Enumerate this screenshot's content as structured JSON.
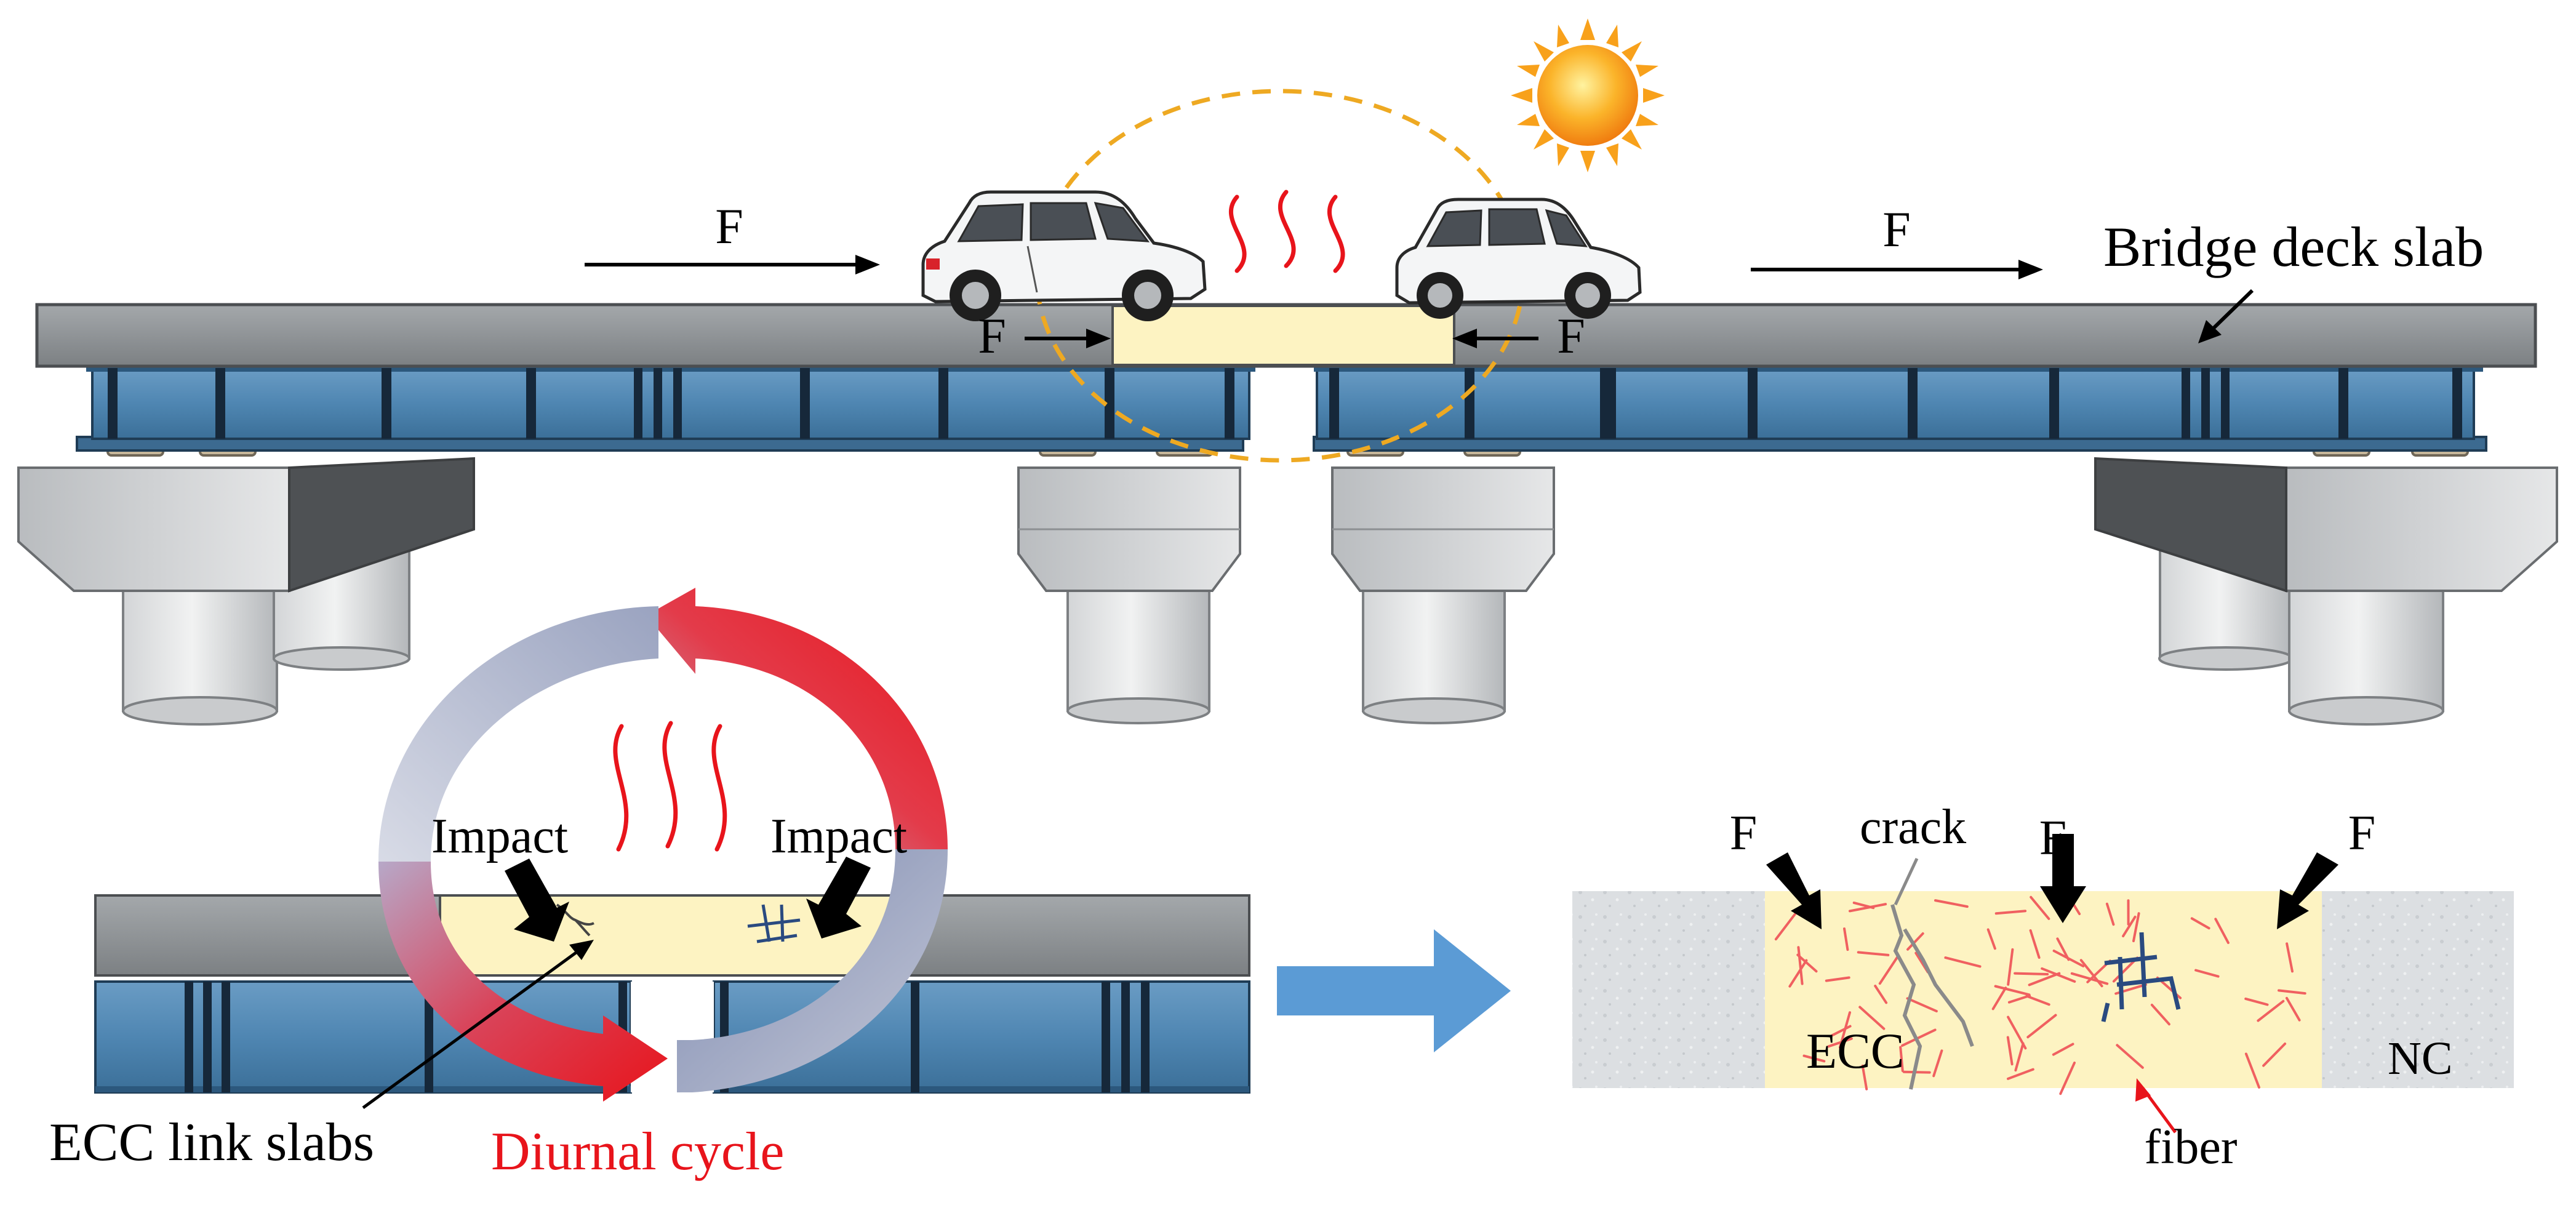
{
  "labels": {
    "force": "F",
    "bridge_deck_slab": "Bridge deck slab",
    "impact": "Impact",
    "ecc_link_slabs": "ECC link slabs",
    "diurnal_cycle": "Diurnal cycle",
    "crack": "crack",
    "ecc": "ECC",
    "nc": "NC",
    "fiber": "fiber"
  },
  "colors": {
    "deck": "#8c9093",
    "girder": "#4f86b2",
    "link_slab": "#fdf3c2",
    "heat_wave": "#e8141b",
    "sun": "#f8a11b",
    "circle_dash": "#eea922",
    "diurnal_text": "#e8141b",
    "transition_arrow": "#5b9bd5",
    "concrete": "#dfe1e3",
    "fiber": "#f06060"
  }
}
